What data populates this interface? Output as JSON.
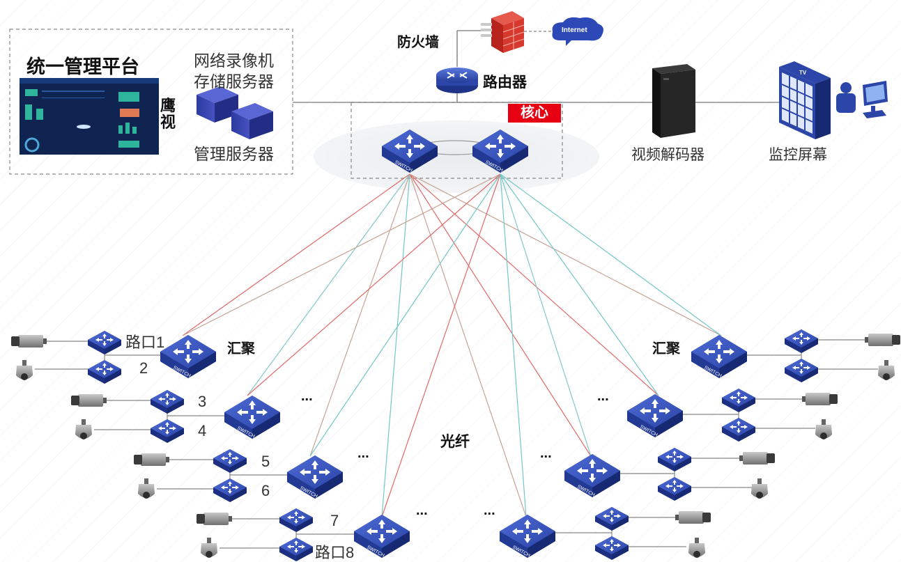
{
  "platform": {
    "title": "统一管理平台",
    "brand": "鹰视",
    "nvr_label_line1": "网络录像机",
    "nvr_label_line2": "存储服务器",
    "mgmt_label": "管理服务器"
  },
  "top": {
    "firewall": "防火墙",
    "router": "路由器",
    "internet": "Internet",
    "core": "核心",
    "decoder": "视频解码器",
    "monitor": "监控屏幕",
    "tv": "TV"
  },
  "fiber": "光纤",
  "aggregation": "汇聚",
  "ellipsis": "...",
  "switch_text": "SWITCH",
  "ports": [
    "路口1",
    "2",
    "3",
    "4",
    "5",
    "6",
    "7",
    "路口8"
  ],
  "icons": [
    "camera-icon",
    "dome-camera-icon",
    "switch-icon",
    "router-icon",
    "firewall-icon",
    "server-icon",
    "tv-wall-icon",
    "computer-icon"
  ],
  "colors": {
    "red_link": "#e06060",
    "cyan_link": "#6cc4c4",
    "switch_blue": "#2b45a8",
    "core_badge": "#e60012"
  }
}
